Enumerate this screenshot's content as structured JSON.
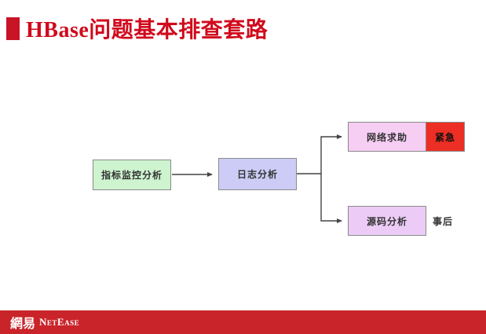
{
  "slide": {
    "title": "HBase问题基本排查套路"
  },
  "colors": {
    "accent_red": "#c81426",
    "title_red": "#d00a1c",
    "footer_red": "#c9242a",
    "arrow": "#444444"
  },
  "diagram": {
    "nodes": {
      "metrics": {
        "label": "指标监控分析",
        "bg": "#cdf3cf"
      },
      "logs": {
        "label": "日志分析",
        "bg": "#ccccf7"
      },
      "network": {
        "label": "网络求助",
        "bg": "#f6cdf3"
      },
      "urgent": {
        "label": "紧急",
        "bg": "#ed2e24"
      },
      "source": {
        "label": "源码分析",
        "bg": "#ecccf6"
      },
      "after": {
        "label": "事后"
      }
    }
  },
  "footer": {
    "brand_cn": "網易",
    "brand_en": "NetEase"
  }
}
